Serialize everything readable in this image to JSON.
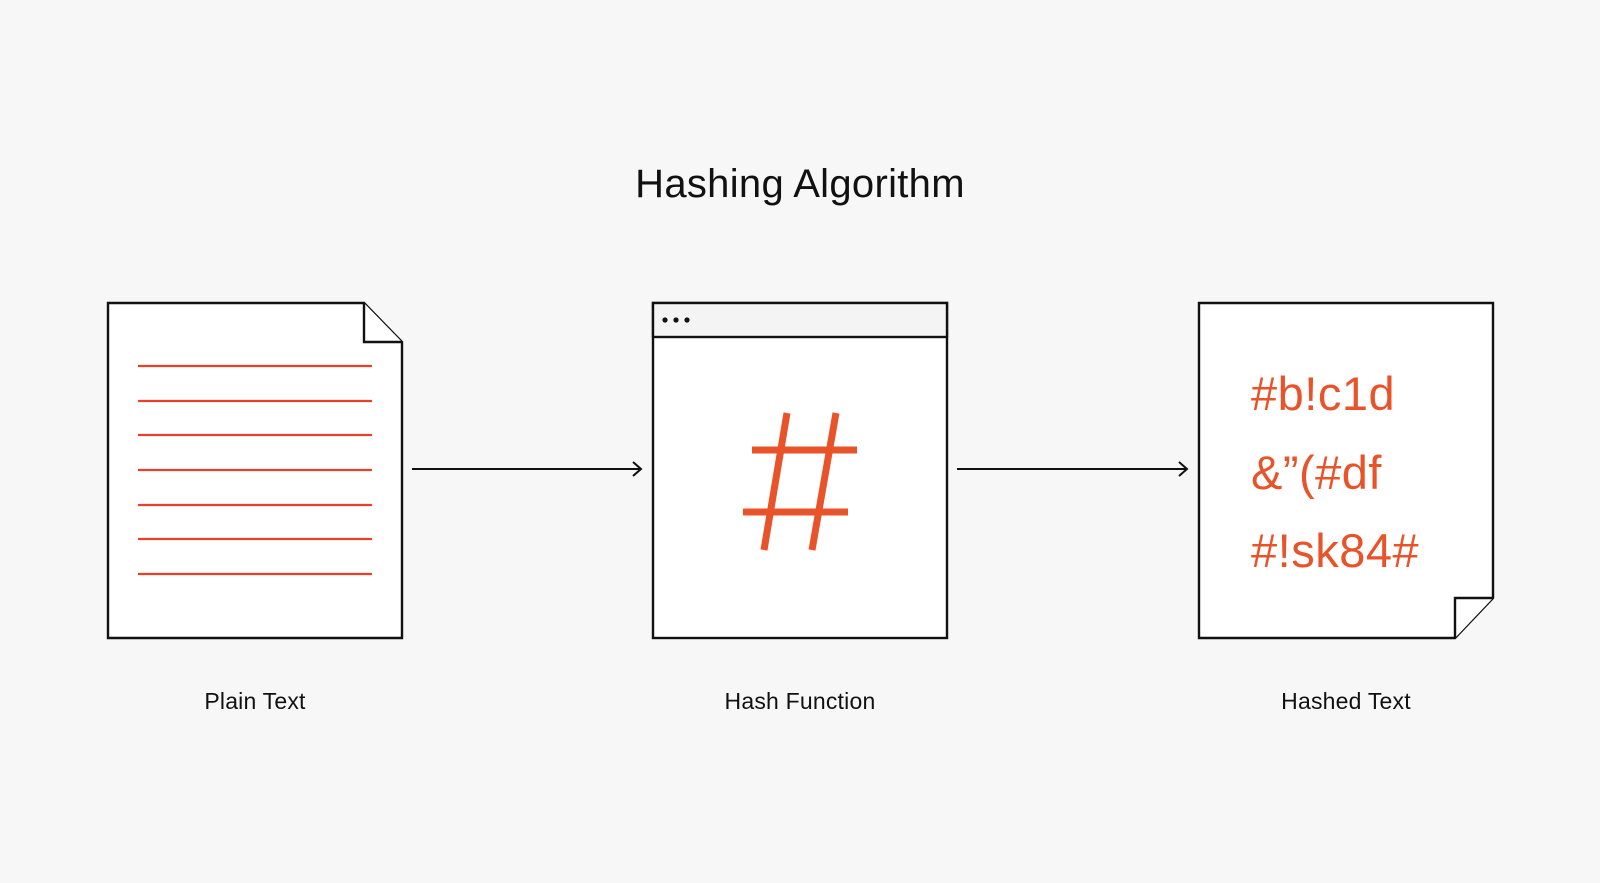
{
  "title": "Hashing Algorithm",
  "colors": {
    "background": "#f7f7f7",
    "stroke": "#111111",
    "accent": "#e8532a",
    "panel": "#ffffff",
    "titlebar": "#f4f4f4"
  },
  "stages": [
    {
      "id": "plain-text",
      "label": "Plain Text",
      "icon": "document-lines-icon",
      "line_count": 7
    },
    {
      "id": "hash-function",
      "label": "Hash Function",
      "icon": "window-hash-icon",
      "window_dots": "•••",
      "symbol": "#"
    },
    {
      "id": "hashed-text",
      "label": "Hashed Text",
      "icon": "document-hashed-icon",
      "lines": [
        "#b!c1d",
        "&”(#df",
        "#!sk84#"
      ]
    }
  ],
  "arrows": [
    {
      "from": "plain-text",
      "to": "hash-function"
    },
    {
      "from": "hash-function",
      "to": "hashed-text"
    }
  ]
}
